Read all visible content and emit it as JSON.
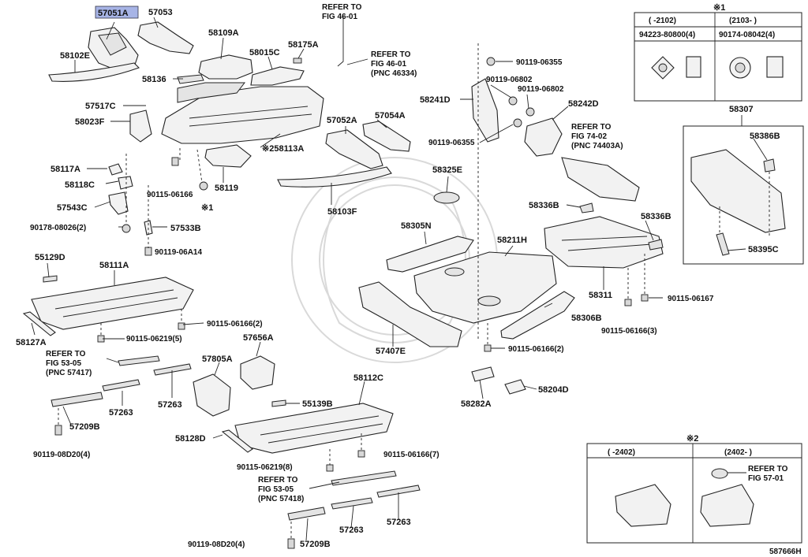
{
  "labels": {
    "p57051A": "57051A",
    "p57053": "57053",
    "p58102E": "58102E",
    "p58109A": "58109A",
    "p58015C": "58015C",
    "p58175A": "58175A",
    "p58136": "58136",
    "p57517C": "57517C",
    "p58023F": "58023F",
    "p58113A": "※258113A",
    "p58119": "58119",
    "p58117A": "58117A",
    "p58118C": "58118C",
    "p57543C": "57543C",
    "p90178": "90178-08026(2)",
    "p57533B": "57533B",
    "p90119_06A14": "90119-06A14",
    "p90115_06166a": "90115-06166",
    "pnote1": "※1",
    "p57052A": "57052A",
    "p57054A": "57054A",
    "p58103F": "58103F",
    "p55129D": "55129D",
    "p58111A": "58111A",
    "p58127A": "58127A",
    "p90115_06166_2a": "90115-06166(2)",
    "p90115_06219_5": "90115-06219(5)",
    "p57656A": "57656A",
    "p57805A": "57805A",
    "p57263a": "57263",
    "p57263b": "57263",
    "p57209Ba": "57209B",
    "p90119_08D20a": "90119-08D20(4)",
    "p58112C": "58112C",
    "p55139B": "55139B",
    "p58128D": "58128D",
    "p90115_06219_8": "90115-06219(8)",
    "p90115_06166_7": "90115-06166(7)",
    "p57263c": "57263",
    "p57263d": "57263",
    "p57209Bb": "57209B",
    "p90119_08D20b": "90119-08D20(4)",
    "p90119_06355a": "90119-06355",
    "p90119_06802a": "90119-06802",
    "p90119_06802b": "90119-06802",
    "p58241D": "58241D",
    "p58242D": "58242D",
    "p90119_06355b": "90119-06355",
    "p58325E": "58325E",
    "p58305N": "58305N",
    "p58211H": "58211H",
    "p58336Ba": "58336B",
    "p58336Bb": "58336B",
    "p58311": "58311",
    "p90115_06167": "90115-06167",
    "p90115_06166_3": "90115-06166(3)",
    "p58306B": "58306B",
    "p57407E": "57407E",
    "p90115_06166_2b": "90115-06166(2)",
    "p58282A": "58282A",
    "p58204D": "58204D",
    "p58307": "58307",
    "p58386B": "58386B",
    "p58395C": "58395C",
    "footer": "587666H"
  },
  "refs": {
    "r1a": "REFER TO",
    "r1b": "FIG 46-01",
    "r2a": "REFER TO",
    "r2b": "FIG 46-01",
    "r2c": "(PNC 46334)",
    "r3a": "REFER TO",
    "r3b": "FIG 53-05",
    "r3c": "(PNC 57417)",
    "r4a": "REFER TO",
    "r4b": "FIG 53-05",
    "r4c": "(PNC 57418)",
    "r5a": "REFER TO",
    "r5b": "FIG 74-02",
    "r5c": "(PNC 74403A)",
    "r6a": "REFER TO",
    "r6b": "FIG 57-01"
  },
  "note1_table": {
    "marker": "※1",
    "col1_range": "(   -2102)",
    "col2_range": "(2103-    )",
    "col1_part": "94223-80800(4)",
    "col2_part": "90174-08042(4)"
  },
  "note2_table": {
    "marker": "※2",
    "col1_range": "(    -2402)",
    "col2_range": "(2402-    )"
  },
  "colors": {
    "highlight": "#a7b4e6",
    "line": "#222222"
  }
}
